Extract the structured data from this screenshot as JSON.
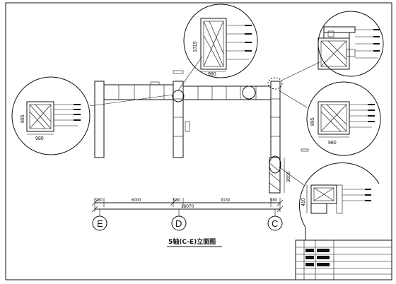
{
  "drawing": {
    "title": "5轴(C-E)立面图",
    "axes": [
      {
        "id": "E",
        "label": "E"
      },
      {
        "id": "D",
        "label": "D"
      },
      {
        "id": "C",
        "label": "C"
      }
    ],
    "dimensions": {
      "segment_1": "980",
      "segment_2": "6000",
      "segment_3": "980",
      "segment_4": "9130",
      "segment_5": "980",
      "total": "18070",
      "height_right": "3650",
      "height_small": "410"
    },
    "details": {
      "left": {
        "height": "895",
        "width": "980"
      },
      "top": {
        "height": "1015",
        "width": "980"
      },
      "right": {
        "height": "895",
        "width": "980"
      },
      "bottom": {
        "height": "410"
      }
    }
  }
}
